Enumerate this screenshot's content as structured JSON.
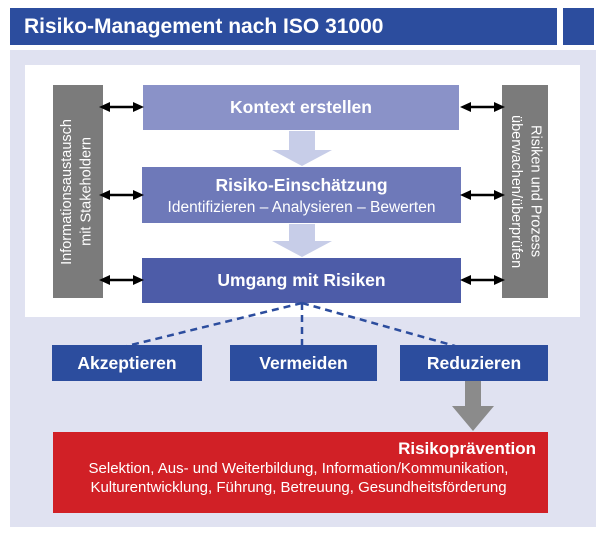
{
  "title_bar": {
    "title": "Risiko-Management nach ISO 31000"
  },
  "colors": {
    "accent_blue": "#2c4d9e",
    "light_box_blue": "#8a92c8",
    "medium_box_blue": "#6e79b9",
    "dark_box_blue": "#4d5ca8",
    "panel_lavender": "#e0e2f1",
    "bar_gray": "#7b7b7b",
    "arrow_gray": "#8b8b8b",
    "flow_arrow_lavender": "#c7cde8",
    "prevention_red": "#d12026"
  },
  "diagram": {
    "left_bar": {
      "line1": "Informationsaustausch",
      "line2": "mit Stakeholdern"
    },
    "right_bar": {
      "line1": "Risiken und Prozess",
      "line2": "überwachen/überprüfen"
    },
    "process_boxes": [
      {
        "title": "Kontext erstellen"
      },
      {
        "title": "Risiko-Einschätzung",
        "subtitle": "Identifizieren – Analysieren – Bewerten"
      },
      {
        "title": "Umgang mit Risiken"
      }
    ],
    "strategy_boxes": [
      {
        "label": "Akzeptieren"
      },
      {
        "label": "Vermeiden"
      },
      {
        "label": "Reduzieren"
      }
    ],
    "prevention": {
      "title": "Risikoprävention",
      "line1": "Selektion, Aus- und Weiterbildung, Information/Kommunikation,",
      "line2": "Kulturentwicklung, Führung, Betreuung, Gesundheitsförderung"
    }
  }
}
